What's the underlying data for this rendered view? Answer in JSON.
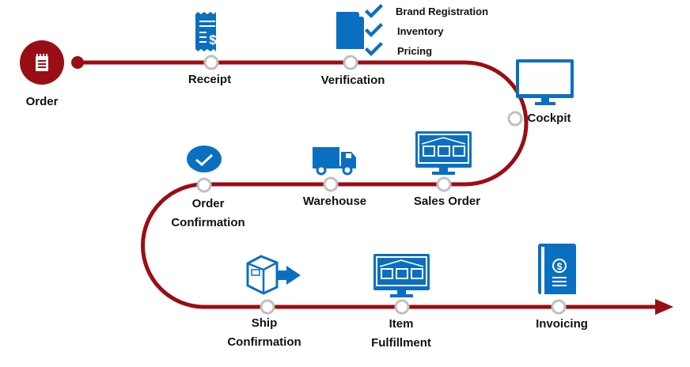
{
  "title": "Order to Invoice Process Flow",
  "colors": {
    "path": "#9b0d14",
    "icon": "#0b6fc1",
    "node_ring": "#c0c0c0",
    "text": "#111111"
  },
  "start": {
    "label": "Order",
    "icon": "notepad-icon"
  },
  "steps": [
    {
      "id": "receipt",
      "label_lines": [
        "Receipt"
      ],
      "icon": "receipt-icon"
    },
    {
      "id": "verification",
      "label_lines": [
        "Verification"
      ],
      "icon": "document-checklist-icon"
    },
    {
      "id": "cockpit",
      "label_lines": [
        "Cockpit"
      ],
      "icon": "monitor-icon"
    },
    {
      "id": "sales-order",
      "label_lines": [
        "Sales Order"
      ],
      "icon": "monitor-boxes-icon"
    },
    {
      "id": "warehouse",
      "label_lines": [
        "Warehouse"
      ],
      "icon": "truck-icon"
    },
    {
      "id": "order-confirmation",
      "label_lines": [
        "Order",
        "Confirmation"
      ],
      "icon": "checkmark-circle-icon"
    },
    {
      "id": "ship-confirmation",
      "label_lines": [
        "Ship",
        "Confirmation"
      ],
      "icon": "box-arrow-icon"
    },
    {
      "id": "item-fulfillment",
      "label_lines": [
        "Item",
        "Fulfillment"
      ],
      "icon": "monitor-boxes-icon"
    },
    {
      "id": "invoicing",
      "label_lines": [
        "Invoicing"
      ],
      "icon": "invoice-book-icon"
    }
  ],
  "verification_checks": [
    "Brand Registration",
    "Inventory",
    "Pricing"
  ]
}
